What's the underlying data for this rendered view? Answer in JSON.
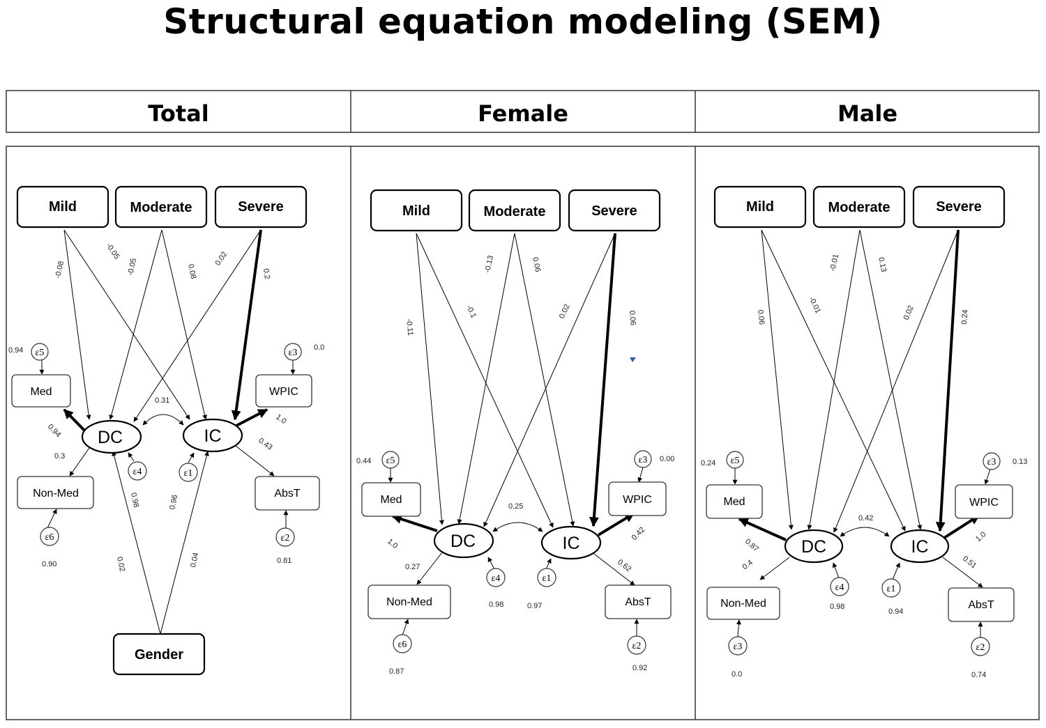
{
  "title": "Structural equation modeling (SEM)",
  "panels": [
    {
      "header": "Total",
      "nodes": {
        "mild": "Mild",
        "moderate": "Moderate",
        "severe": "Severe",
        "med": "Med",
        "nonmed": "Non-Med",
        "wpic": "WPIC",
        "abst": "AbsT",
        "dc": "DC",
        "ic": "IC",
        "gender": "Gender",
        "e_med": "ε5",
        "e_nonmed": "ε6",
        "e_dc": "ε4",
        "e_ic": "ε1",
        "e_wpic": "ε3",
        "e_abst": "ε2"
      },
      "coefficients": {
        "mild_dc": "-0.08",
        "mild_ic": "-0.05",
        "mod_dc": "-0.05",
        "mod_ic": "0.08",
        "sev_dc": "0.02",
        "sev_ic": "0.2",
        "dc_ic_cov": "0.31",
        "dc_med": "0.94",
        "dc_nonmed": "0.3",
        "ic_wpic": "1.0",
        "ic_abst": "0.43",
        "gender_dc": "0.02",
        "gender_ic": "0.04",
        "dc_err_path": "0.98",
        "ic_err_path": "0.96"
      },
      "variances": {
        "med": "0.94",
        "wpic": "0.0",
        "nonmed": "0.90",
        "abst": "0.81"
      }
    },
    {
      "header": "Female",
      "nodes": {
        "mild": "Mild",
        "moderate": "Moderate",
        "severe": "Severe",
        "med": "Med",
        "nonmed": "Non-Med",
        "wpic": "WPIC",
        "abst": "AbsT",
        "dc": "DC",
        "ic": "IC",
        "e_med": "ε5",
        "e_nonmed": "ε6",
        "e_dc": "ε4",
        "e_ic": "ε1",
        "e_wpic": "ε3",
        "e_abst": "ε2"
      },
      "coefficients": {
        "mild_dc": "-0.11",
        "mild_ic": "-0.1",
        "mod_dc": "-0.13",
        "mod_ic": "0.06",
        "sev_dc": "0.02",
        "sev_ic": "0.06",
        "dc_ic_cov": "0.25",
        "dc_med": "1.0",
        "dc_nonmed": "0.27",
        "ic_wpic": "0.42",
        "ic_abst": "0.62"
      },
      "variances": {
        "med": "0.44",
        "wpic": "0.00",
        "nonmed": "0.87",
        "abst": "0.92",
        "dc": "0.98",
        "ic": "0.97"
      }
    },
    {
      "header": "Male",
      "nodes": {
        "mild": "Mild",
        "moderate": "Moderate",
        "severe": "Severe",
        "med": "Med",
        "nonmed": "Non-Med",
        "wpic": "WPIC",
        "abst": "AbsT",
        "dc": "DC",
        "ic": "IC",
        "e_med": "ε5",
        "e_nonmed": "ε3",
        "e_dc": "ε4",
        "e_ic": "ε1",
        "e_wpic": "ε3",
        "e_abst": "ε2"
      },
      "coefficients": {
        "mild_dc": "0.06",
        "mild_ic": "-0.01",
        "mod_dc": "-0.01",
        "mod_ic": "0.13",
        "sev_dc": "0.02",
        "sev_ic": "0.24",
        "dc_ic_cov": "0.42",
        "dc_med": "0.87",
        "dc_nonmed": "0.4",
        "ic_wpic": "1.0",
        "ic_abst": "0.51"
      },
      "variances": {
        "med": "0.24",
        "wpic": "0.13",
        "nonmed": "0.0",
        "abst": "0.74",
        "dc": "0.98",
        "ic": "0.94"
      }
    }
  ]
}
